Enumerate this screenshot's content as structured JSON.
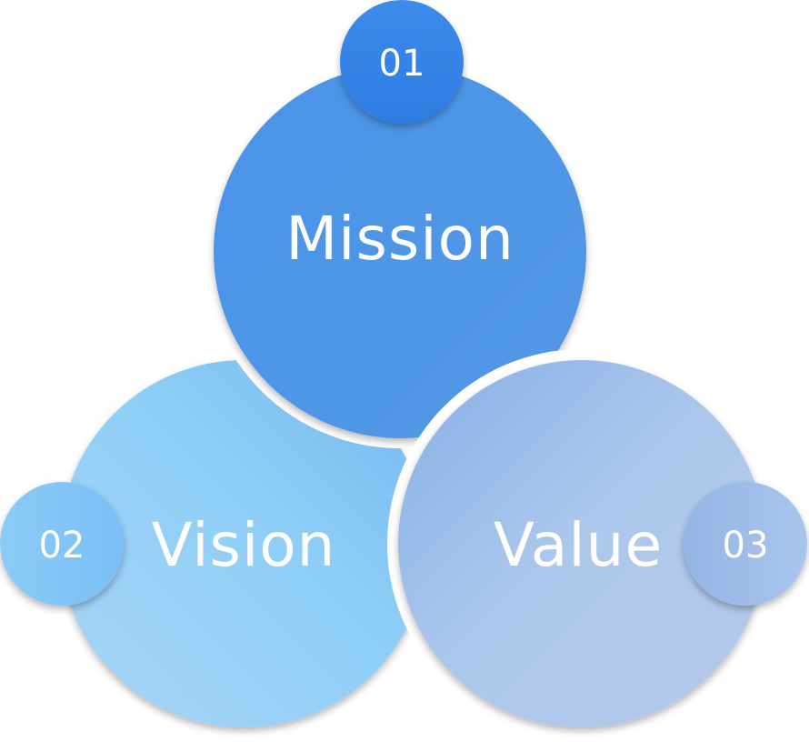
{
  "diagram": {
    "items": [
      {
        "number": "01",
        "label": "Mission",
        "color": "#4e96e6",
        "badge_color": "#2f80e4"
      },
      {
        "number": "02",
        "label": "Vision",
        "color": "#8ccdf5",
        "badge_color": "#7fc3f5"
      },
      {
        "number": "03",
        "label": "Value",
        "color": "#a9c6ec",
        "badge_color": "#96b8e6"
      }
    ]
  }
}
